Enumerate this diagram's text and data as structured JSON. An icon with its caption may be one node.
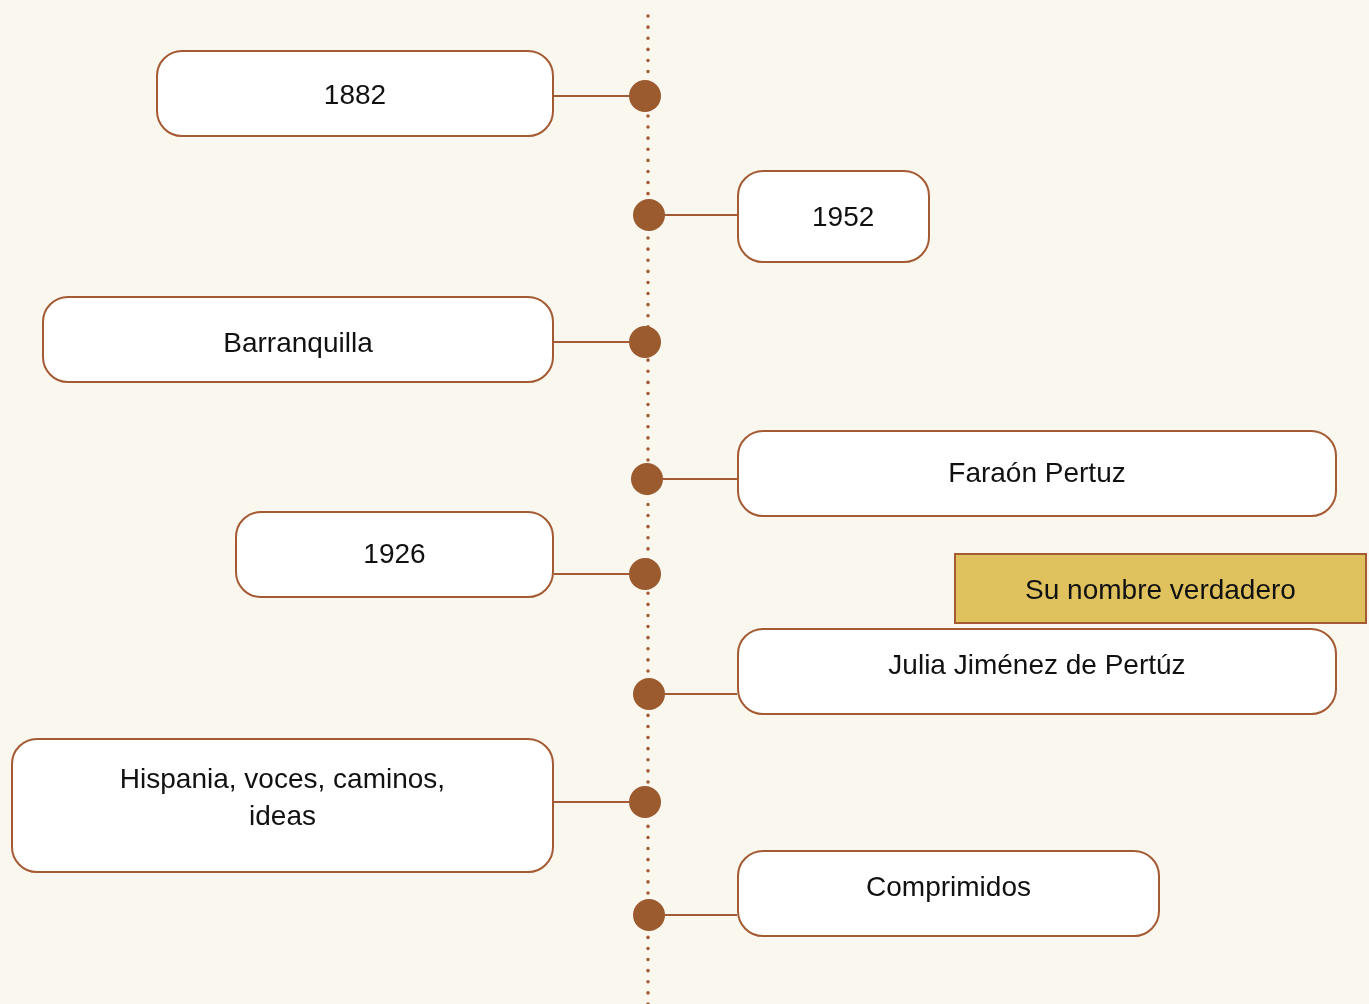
{
  "diagram": {
    "nodes": [
      {
        "text": [
          "1882"
        ]
      },
      {
        "text": [
          "1952"
        ]
      },
      {
        "text": [
          "Barranquilla"
        ]
      },
      {
        "text": [
          "Faraón Pertuz"
        ]
      },
      {
        "text": [
          "1926"
        ]
      },
      {
        "text": [
          "Su nombre verdadero"
        ]
      },
      {
        "text": [
          "Julia Jiménez de Pertúz"
        ]
      },
      {
        "text": [
          "Hispania, voces, caminos, ideas"
        ]
      },
      {
        "text": [
          "Comprimidos"
        ]
      },
      {
        "text": [],
        "shape": "circle"
      },
      {
        "text": [],
        "shape": "circle"
      },
      {
        "text": [],
        "shape": "circle"
      },
      {
        "text": [],
        "shape": "circle"
      },
      {
        "text": [],
        "shape": "circle"
      },
      {
        "text": [],
        "shape": "circle"
      },
      {
        "text": [],
        "shape": "circle"
      },
      {
        "text": [],
        "shape": "circle"
      }
    ],
    "edges": [
      {
        "from": 0,
        "to": 9,
        "arrow": "none"
      },
      {
        "from": 1,
        "to": 10,
        "arrow": "none"
      },
      {
        "from": 2,
        "to": 11,
        "arrow": "none"
      },
      {
        "from": 3,
        "to": 12,
        "arrow": "none"
      },
      {
        "from": 4,
        "to": 13,
        "arrow": "none"
      },
      {
        "from": 6,
        "to": 14,
        "arrow": "none"
      },
      {
        "from": 7,
        "to": 15,
        "arrow": "none"
      },
      {
        "from": 8,
        "to": 16,
        "arrow": "none"
      }
    ]
  }
}
